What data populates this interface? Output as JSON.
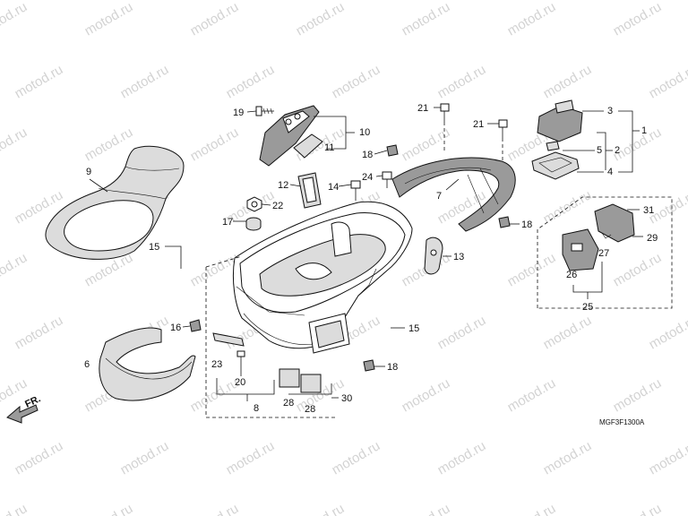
{
  "watermark": "motod.ru",
  "direction_label": "FR.",
  "diagram_code": "MGF3F1300A",
  "callouts": [
    {
      "id": "c1",
      "text": "1"
    },
    {
      "id": "c2",
      "text": "2"
    },
    {
      "id": "c3",
      "text": "3"
    },
    {
      "id": "c4",
      "text": "4"
    },
    {
      "id": "c5",
      "text": "5"
    },
    {
      "id": "c6",
      "text": "6"
    },
    {
      "id": "c7",
      "text": "7"
    },
    {
      "id": "c8",
      "text": "8"
    },
    {
      "id": "c9",
      "text": "9"
    },
    {
      "id": "c10",
      "text": "10"
    },
    {
      "id": "c11",
      "text": "11"
    },
    {
      "id": "c12",
      "text": "12"
    },
    {
      "id": "c13",
      "text": "13"
    },
    {
      "id": "c14",
      "text": "14"
    },
    {
      "id": "c15a",
      "text": "15"
    },
    {
      "id": "c15b",
      "text": "15"
    },
    {
      "id": "c16",
      "text": "16"
    },
    {
      "id": "c17",
      "text": "17"
    },
    {
      "id": "c18a",
      "text": "18"
    },
    {
      "id": "c18b",
      "text": "18"
    },
    {
      "id": "c18c",
      "text": "18"
    },
    {
      "id": "c19",
      "text": "19"
    },
    {
      "id": "c20",
      "text": "20"
    },
    {
      "id": "c21a",
      "text": "21"
    },
    {
      "id": "c21b",
      "text": "21"
    },
    {
      "id": "c22",
      "text": "22"
    },
    {
      "id": "c23",
      "text": "23"
    },
    {
      "id": "c24",
      "text": "24"
    },
    {
      "id": "c25",
      "text": "25"
    },
    {
      "id": "c26",
      "text": "26"
    },
    {
      "id": "c27",
      "text": "27"
    },
    {
      "id": "c28a",
      "text": "28"
    },
    {
      "id": "c28b",
      "text": "28"
    },
    {
      "id": "c29",
      "text": "29"
    },
    {
      "id": "c30",
      "text": "30"
    },
    {
      "id": "c31",
      "text": "31"
    }
  ]
}
